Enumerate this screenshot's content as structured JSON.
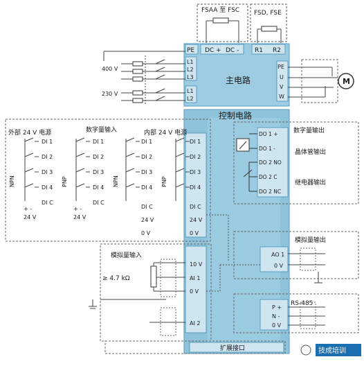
{
  "top": {
    "fsaa_label": "FSAA 至 FSC",
    "fsd_label": "FSD, FSE"
  },
  "main": {
    "title": "主电路",
    "pe": "PE",
    "dc_plus": "DC +",
    "dc_minus": "DC -",
    "r1": "R1",
    "r2": "R2",
    "l1": "L1",
    "l2": "L2",
    "l3": "L3",
    "l1b": "L1",
    "l2b": "L2",
    "pe_out": "PE",
    "u": "U",
    "v": "V",
    "w": "W"
  },
  "supply": {
    "v400": "400 V",
    "v230": "230 V"
  },
  "motor": {
    "label": "M"
  },
  "control": {
    "title": "控制电路"
  },
  "di_section": {
    "ext_label": "外部 24 V 电源",
    "digital_in_label": "数字量输入",
    "int_label": "内部 24 V 电源",
    "npn": "NPN",
    "pnp": "PNP",
    "di_items": [
      "DI 1",
      "DI 2",
      "DI 3",
      "DI 4"
    ],
    "di_c": "DI C",
    "v24": "24 V",
    "pm": "+   -",
    "ov": "0 V"
  },
  "terminals_left": [
    "DI 1",
    "DI 2",
    "DI 3",
    "DI 4",
    "DI C",
    "24 V",
    "0 V"
  ],
  "digital_out": {
    "title": "数字量输出",
    "transistor": "晶体管输出",
    "relay": "继电器输出",
    "do1p": "DO 1 +",
    "do1m": "DO 1 -",
    "do2no": "DO 2 NO",
    "do2c": "DO 2 C",
    "do2nc": "DO 2 NC"
  },
  "analog_in": {
    "title": "模拟量输入",
    "resist": "≥ 4.7 kΩ",
    "t10v": "10 V",
    "ai1": "AI 1",
    "ov": "0 V",
    "ai2": "AI 2"
  },
  "analog_out": {
    "title": "模拟量输出",
    "ao1": "AO 1",
    "ov": "0 V"
  },
  "rs485": {
    "title": "RS-485",
    "p": "P +",
    "n": "N -",
    "ov": "0 V"
  },
  "expansion": {
    "label": "扩展接口"
  },
  "watermark": {
    "text": "技成培训"
  },
  "colors": {
    "panel": "#8fc3dc",
    "panel_dark": "#5a9ec0",
    "line": "#444444",
    "dash": "#555555"
  }
}
